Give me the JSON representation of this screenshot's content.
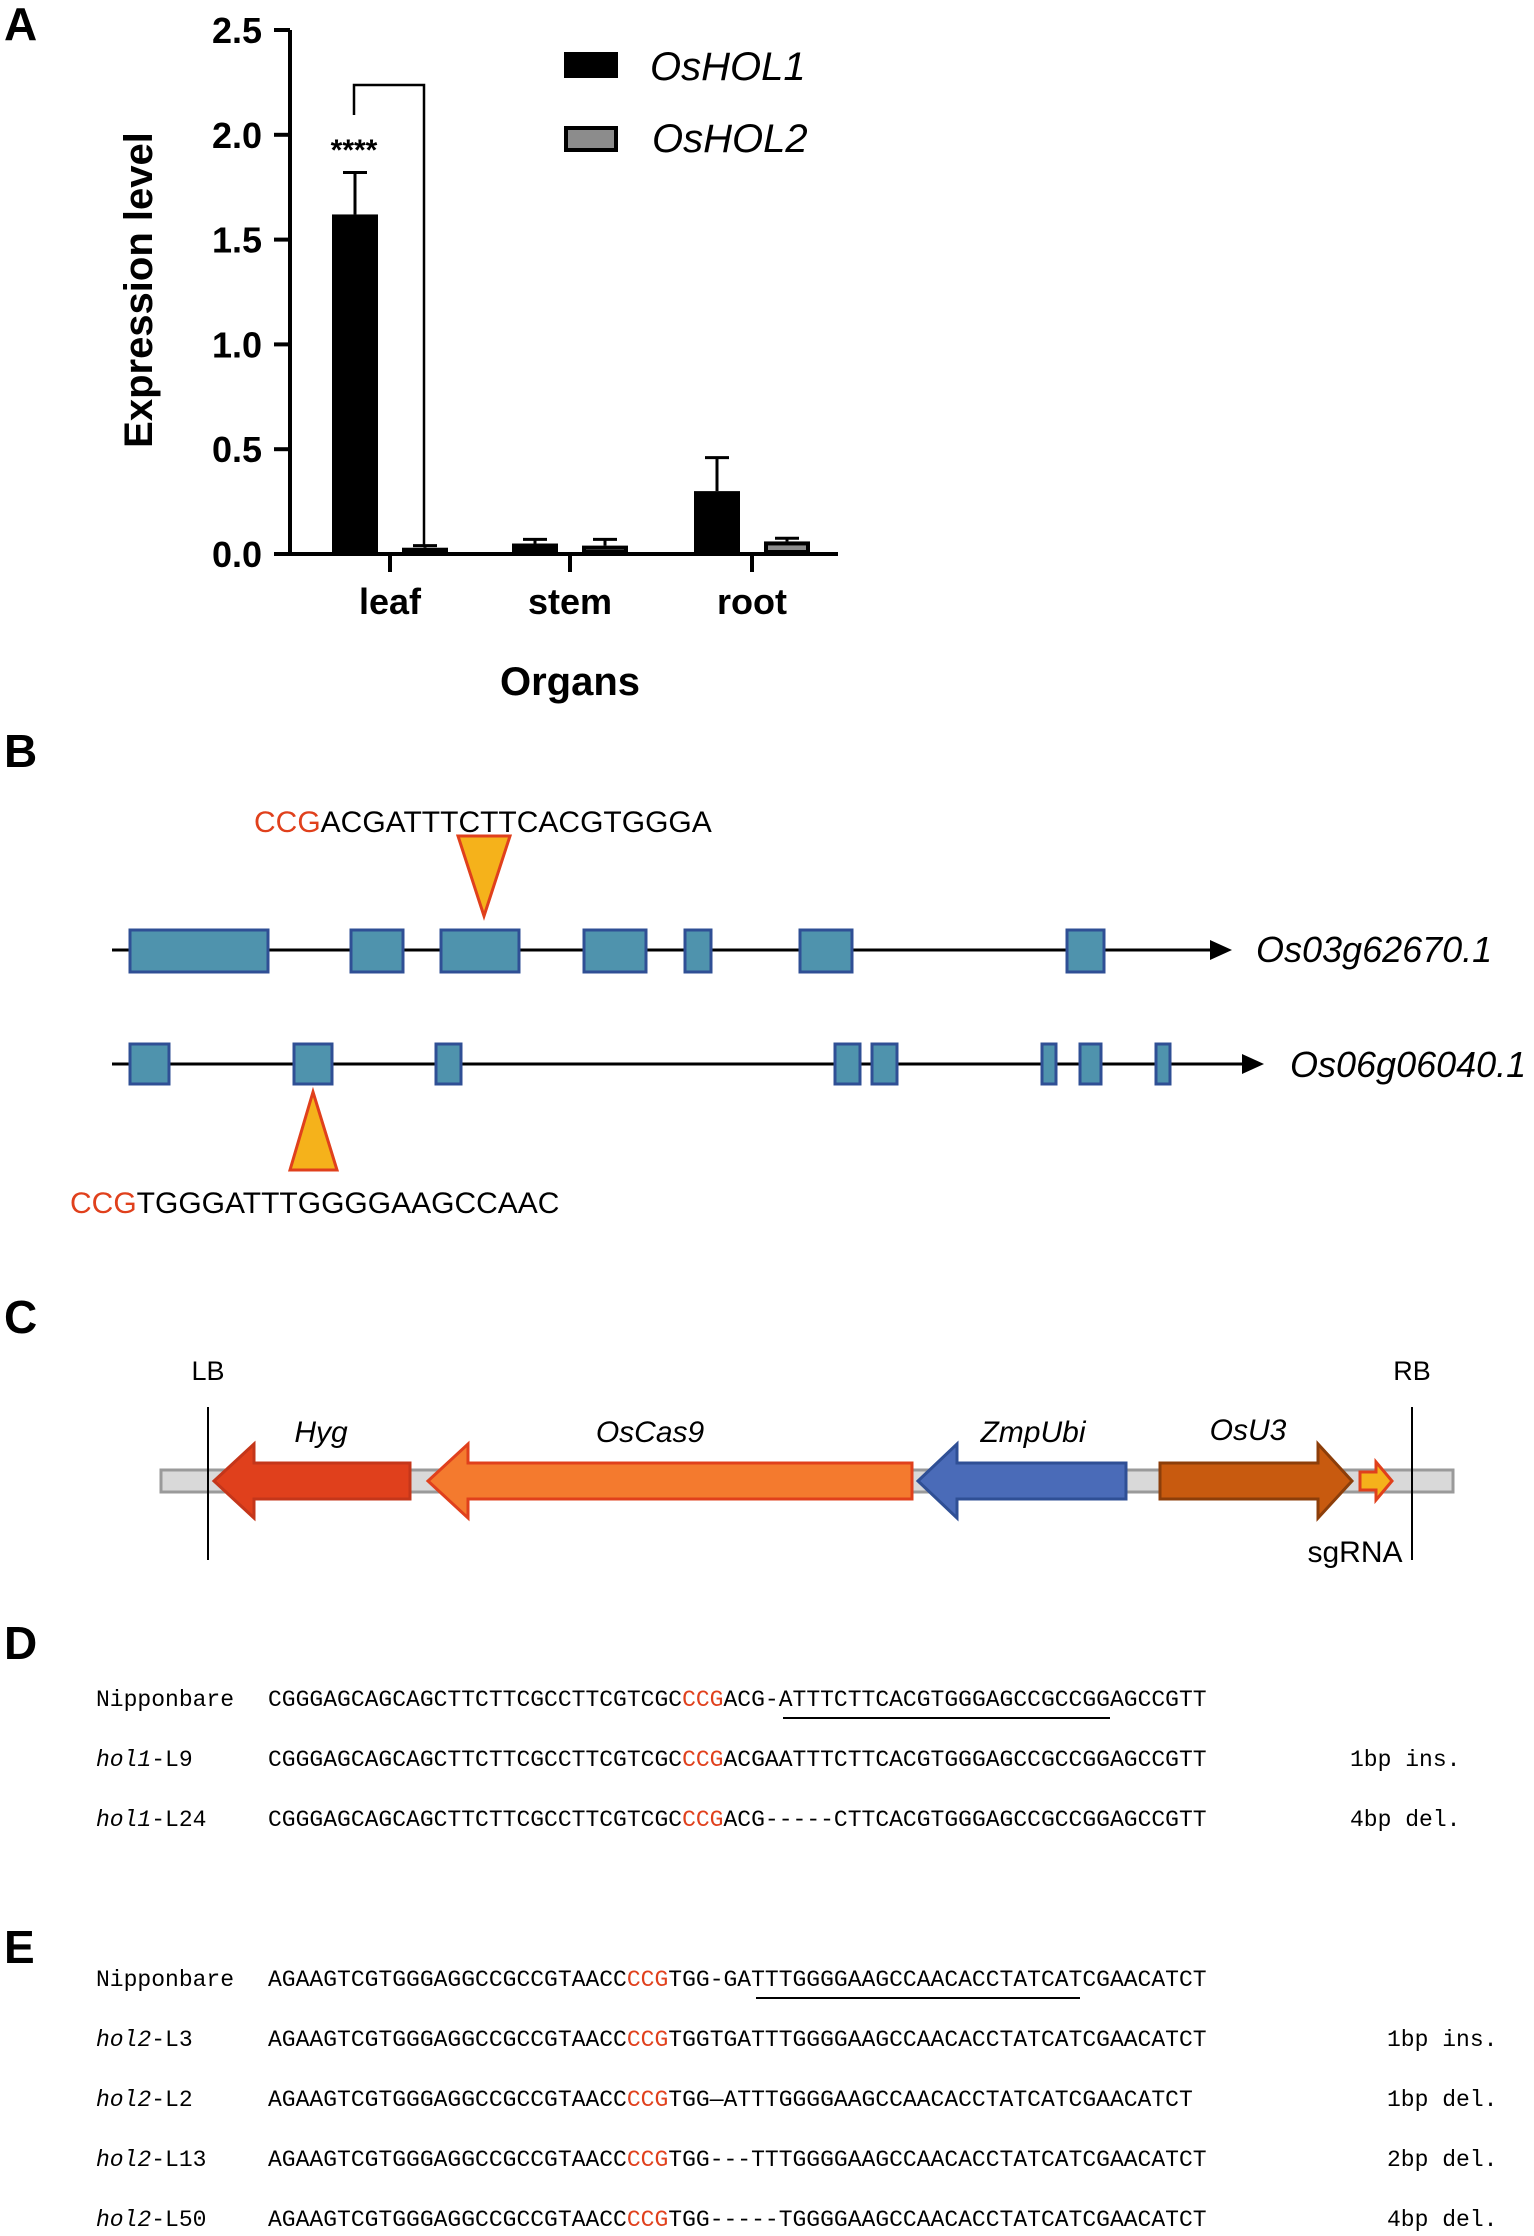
{
  "panels": {
    "a": "A",
    "b": "B",
    "c": "C",
    "d": "D",
    "e": "E"
  },
  "chart_data": {
    "type": "bar",
    "categories": [
      "leaf",
      "stem",
      "root"
    ],
    "series": [
      {
        "name": "OsHOL1",
        "values": [
          1.62,
          0.05,
          0.3
        ],
        "errors": [
          0.2,
          0.02,
          0.16
        ],
        "color": "#000000"
      },
      {
        "name": "OsHOL2",
        "values": [
          0.03,
          0.04,
          0.06
        ],
        "errors": [
          0.01,
          0.03,
          0.015
        ],
        "color": "#8c8c8c"
      }
    ],
    "ylabel": "Expression level",
    "xlabel": "Organs",
    "ylim": [
      0,
      2.5
    ],
    "yticks": [
      "0.0",
      "0.5",
      "1.0",
      "1.5",
      "2.0",
      "2.5"
    ],
    "yticks_values": [
      0,
      0.5,
      1.0,
      1.5,
      2.0,
      2.5
    ],
    "significance": "****",
    "legend_position": "top-right",
    "grid": false
  },
  "gene_structure": {
    "gene1": {
      "name": "Os03g62670.1",
      "pam": "CCG",
      "target": "ACGATTTCTTCACGTGGGA"
    },
    "gene2": {
      "name": "Os06g06040.1",
      "pam": "CCG",
      "target": "TGGGATTTGGGGAAGCCAAC"
    },
    "colors": {
      "exon": "#4f93ad",
      "exon_border": "#2f4f95",
      "marker": "#f5b21b",
      "marker_border": "#e0401c"
    }
  },
  "construct": {
    "lb": "LB",
    "rb": "RB",
    "parts": [
      {
        "label": "Hyg",
        "color": "#e0401c"
      },
      {
        "label": "OsCas9",
        "color": "#f47a2e"
      },
      {
        "label": "ZmpUbi",
        "color": "#4a6bb8"
      },
      {
        "label": "OsU3",
        "color": "#c85a0f"
      },
      {
        "label": "sgRNA",
        "color": "#f5b21b"
      }
    ]
  },
  "alignment_d": {
    "rows": [
      {
        "name_pre": "Nipponbare",
        "name_ital": "",
        "pre": "CGGGAGCAGCAGCTTCTTCGCCTTCGTCGC",
        "pam": "CCG",
        "post": "ACG-ATTTCTTCACGTGGGAGCCGCCGGAGCCGTT",
        "note": ""
      },
      {
        "name_pre": "-L9",
        "name_ital": "hol1",
        "pre": "CGGGAGCAGCAGCTTCTTCGCCTTCGTCGC",
        "pam": "CCG",
        "post": "ACGAATTTCTTCACGTGGGAGCCGCCGGAGCCGTT",
        "note": "1bp ins."
      },
      {
        "name_pre": "-L24",
        "name_ital": "hol1",
        "pre": "CGGGAGCAGCAGCTTCTTCGCCTTCGTCGC",
        "pam": "CCG",
        "post": "ACG-----CTTCACGTGGGAGCCGCCGGAGCCGTT",
        "note": "4bp del."
      }
    ]
  },
  "alignment_e": {
    "rows": [
      {
        "name_pre": "Nipponbare",
        "name_ital": "",
        "pre": "AGAAGTCGTGGGAGGCCGCCGTAACC",
        "pam": "CCG",
        "post": "TGG-GATTTGGGGAAGCCAACACCTATCATCGAACATCT",
        "note": ""
      },
      {
        "name_pre": "-L3",
        "name_ital": "hol2",
        "pre": "AGAAGTCGTGGGAGGCCGCCGTAACC",
        "pam": "CCG",
        "post": "TGGTGATTTGGGGAAGCCAACACCTATCATCGAACATCT",
        "note": "1bp ins."
      },
      {
        "name_pre": "-L2",
        "name_ital": "hol2",
        "pre": "AGAAGTCGTGGGAGGCCGCCGTAACC",
        "pam": "CCG",
        "post": "TGG—ATTTGGGGAAGCCAACACCTATCATCGAACATCT",
        "note": "1bp del."
      },
      {
        "name_pre": "-L13",
        "name_ital": "hol2",
        "pre": "AGAAGTCGTGGGAGGCCGCCGTAACC",
        "pam": "CCG",
        "post": "TGG---TTTGGGGAAGCCAACACCTATCATCGAACATCT",
        "note": "2bp del."
      },
      {
        "name_pre": "-L50",
        "name_ital": "hol2",
        "pre": "AGAAGTCGTGGGAGGCCGCCGTAACC",
        "pam": "CCG",
        "post": "TGG-----TGGGGAAGCCAACACCTATCATCGAACATCT",
        "note": "4bp del."
      }
    ]
  }
}
